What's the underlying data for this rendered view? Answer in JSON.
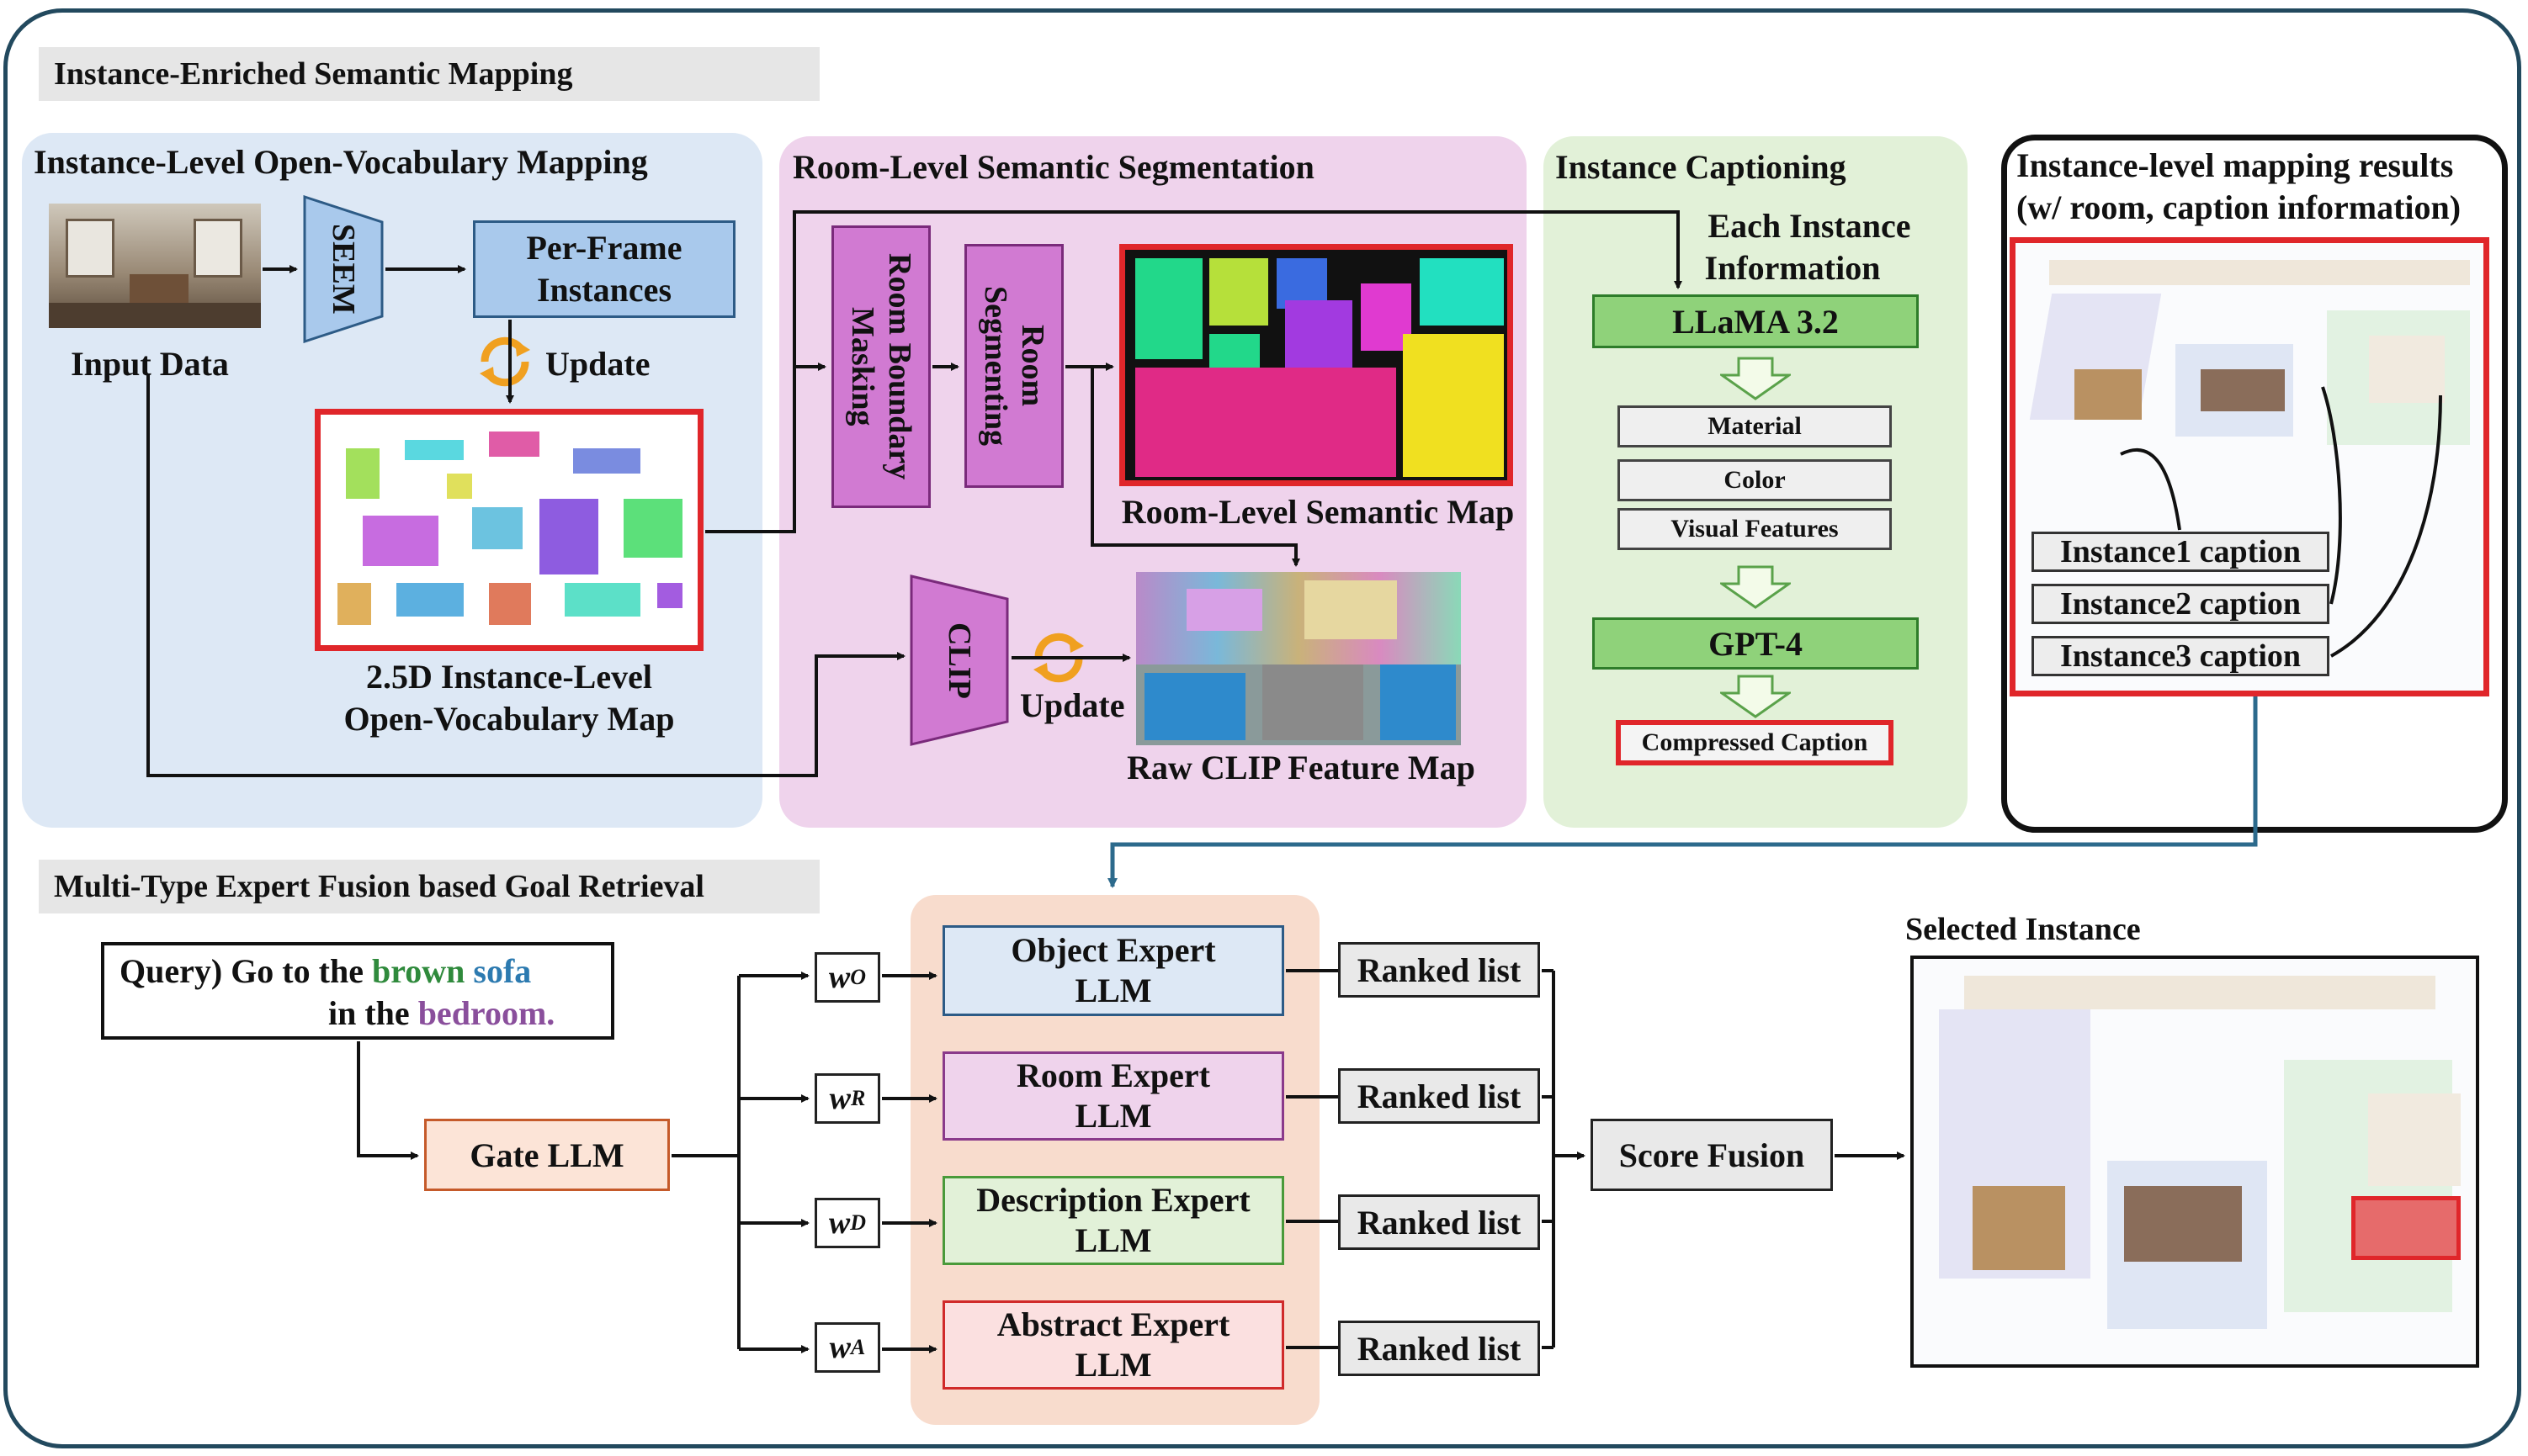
{
  "sections": {
    "top": "Instance-Enriched Semantic Mapping",
    "bottom": "Multi-Type Expert Fusion based Goal Retrieval"
  },
  "panel1": {
    "title": "Instance-Level Open-Vocabulary Mapping",
    "input_label": "Input Data",
    "seem": "SEEM",
    "per_frame": "Per-Frame Instances",
    "update": "Update",
    "map_caption_1": "2.5D Instance-Level",
    "map_caption_2": "Open-Vocabulary Map"
  },
  "panel2": {
    "title": "Room-Level Semantic Segmentation",
    "masking": "Room Boundary Masking",
    "segmenting": "Room Segmenting",
    "semantic_map": "Room-Level Semantic Map",
    "clip": "CLIP",
    "update": "Update",
    "raw_clip": "Raw CLIP Feature Map"
  },
  "panel3": {
    "title": "Instance Captioning",
    "each_1": "Each Instance",
    "each_2": "Information",
    "llama": "LLaMA 3.2",
    "material": "Material",
    "color": "Color",
    "visual": "Visual Features",
    "gpt": "GPT-4",
    "compressed": "Compressed Caption"
  },
  "panel4": {
    "title_1": "Instance-level mapping results",
    "title_2": "(w/ room, caption information)",
    "captions": [
      "Instance1 caption",
      "Instance2 caption",
      "Instance3 caption"
    ]
  },
  "retrieval": {
    "query_prefix": "Query) Go to the ",
    "query_color": "brown",
    "query_object": "sofa",
    "query_in": "in the ",
    "query_room": "bedroom.",
    "gate": "Gate LLM",
    "weights": [
      {
        "w": "w",
        "sub": "O"
      },
      {
        "w": "w",
        "sub": "R"
      },
      {
        "w": "w",
        "sub": "D"
      },
      {
        "w": "w",
        "sub": "A"
      }
    ],
    "experts": [
      {
        "l1": "Object Expert",
        "l2": "LLM"
      },
      {
        "l1": "Room Expert",
        "l2": "LLM"
      },
      {
        "l1": "Description Expert",
        "l2": "LLM"
      },
      {
        "l1": "Abstract Expert",
        "l2": "LLM"
      }
    ],
    "ranked": [
      "Ranked list",
      "Ranked list",
      "Ranked list",
      "Ranked list"
    ],
    "score_fusion": "Score Fusion",
    "selected": "Selected Instance"
  },
  "colors": {
    "frame": "#22495e",
    "panel_blue": "#dde8f5",
    "panel_pink": "#efd3ec",
    "panel_green": "#e2f1d8",
    "seem_blue": "#a9c9ec",
    "room_purple": "#d17ad2",
    "llm_green": "#8fd27a",
    "highlight_red": "#e0262a",
    "gate_orange": "#fce4d7",
    "query_brown": "#2f8a3c",
    "query_sofa": "#2c7ab0",
    "query_bedroom": "#8a4f9c"
  }
}
